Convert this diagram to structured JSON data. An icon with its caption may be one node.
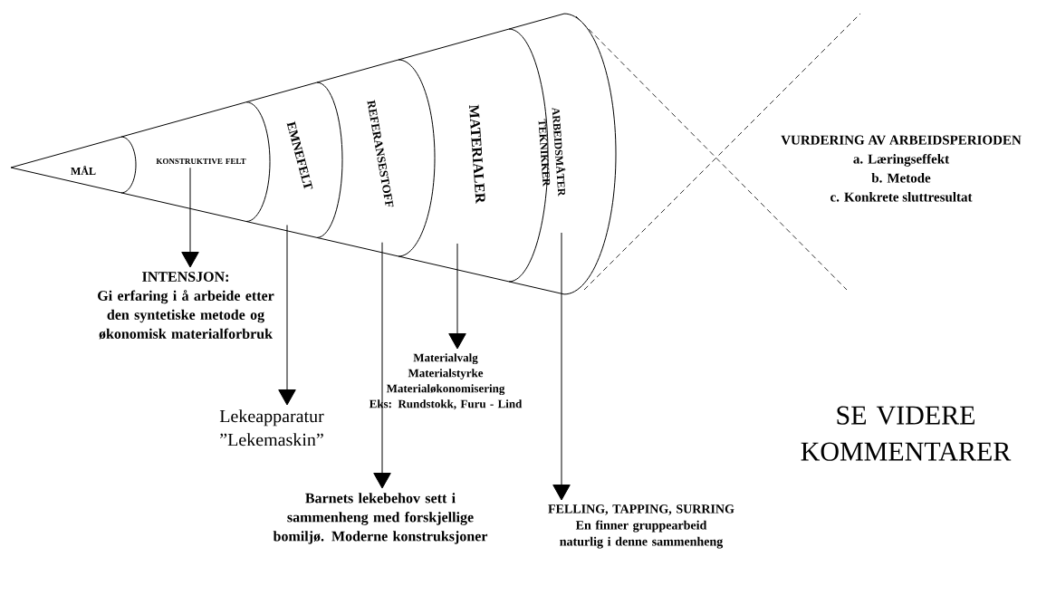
{
  "diagram": {
    "nodes": [
      {
        "text": [
          "MÅL"
        ]
      },
      {
        "text": [
          "KONSTRUKTIVE FELT"
        ]
      },
      {
        "text": [
          "EMNEFELT"
        ]
      },
      {
        "text": [
          "REFERANSESTOFF"
        ]
      },
      {
        "text": [
          "MATERIALER"
        ]
      },
      {
        "text": [
          "ARBEIDSMÅTER TEKNIKKER"
        ]
      },
      {
        "text": [
          "INTENSJON:",
          "Gi erfaring i å arbeide etter den syntetiske metode og økonomisk materialforbruk"
        ]
      },
      {
        "text": [
          "Lekeapparatur ”Lekemaskin”"
        ]
      },
      {
        "text": [
          "Barnets lekebehov sett i sammenheng med forskjellige bomiljø. Moderne konstruksjoner"
        ]
      },
      {
        "text": [
          "Materialvalg",
          "Materialstyrke",
          "Materialøkonomisering",
          "Eks: Rundstokk, Furu - Lind"
        ]
      },
      {
        "text": [
          "FELLING, TAPPING, SURRING",
          "En finner gruppearbeid naturlig i denne sammenheng"
        ]
      }
    ],
    "edges": [
      {
        "from": 1,
        "to": 6,
        "arrow": "to"
      },
      {
        "from": 2,
        "to": 7,
        "arrow": "to"
      },
      {
        "from": 3,
        "to": 8,
        "arrow": "to"
      },
      {
        "from": 4,
        "to": 9,
        "arrow": "to"
      },
      {
        "from": 5,
        "to": 10,
        "arrow": "to"
      }
    ],
    "labels": [
      "VURDERING AV ARBEIDSPERIODEN",
      "a. Læringseffekt",
      "b. Metode",
      "c. Konkrete sluttresultat",
      "SE VIDERE KOMMENTARER"
    ]
  }
}
